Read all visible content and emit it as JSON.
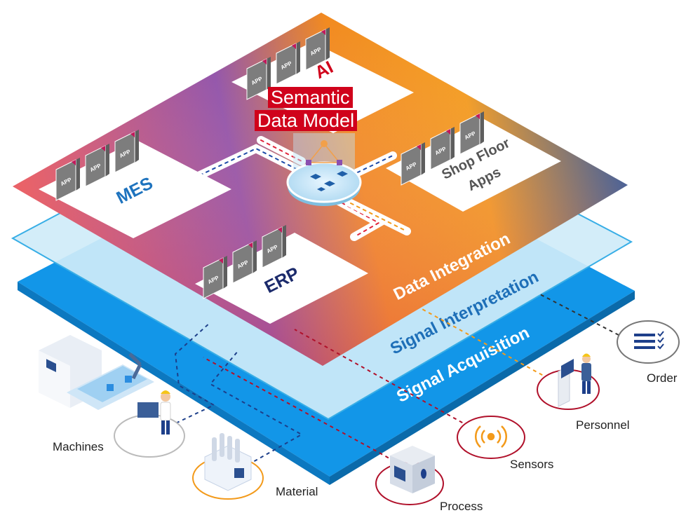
{
  "layers": {
    "data_integration": "Data Integration",
    "signal_interpretation": "Signal Interpretation",
    "signal_acquisition": "Signal Acquisition"
  },
  "modules": {
    "ai": "AI",
    "mes": "MES",
    "erp": "ERP",
    "shop_floor_line1": "Shop Floor",
    "shop_floor_line2": "Apps"
  },
  "semantic_model": {
    "line1": "Semantic",
    "line2": "Data Model"
  },
  "app_tile_label": "APP",
  "sources": {
    "machines": "Machines",
    "material": "Material",
    "process": "Process",
    "sensors": "Sensors",
    "personnel": "Personnel",
    "order": "Order"
  },
  "colors": {
    "acquisition_blue": "#1296e8",
    "interpretation_blue": "#bfe6f7",
    "accent_red": "#d0021b",
    "mes_text": "#1e73be",
    "erp_text": "#1b2a6b",
    "shop_text": "#555555",
    "app_grey": "#7d7d7d"
  }
}
